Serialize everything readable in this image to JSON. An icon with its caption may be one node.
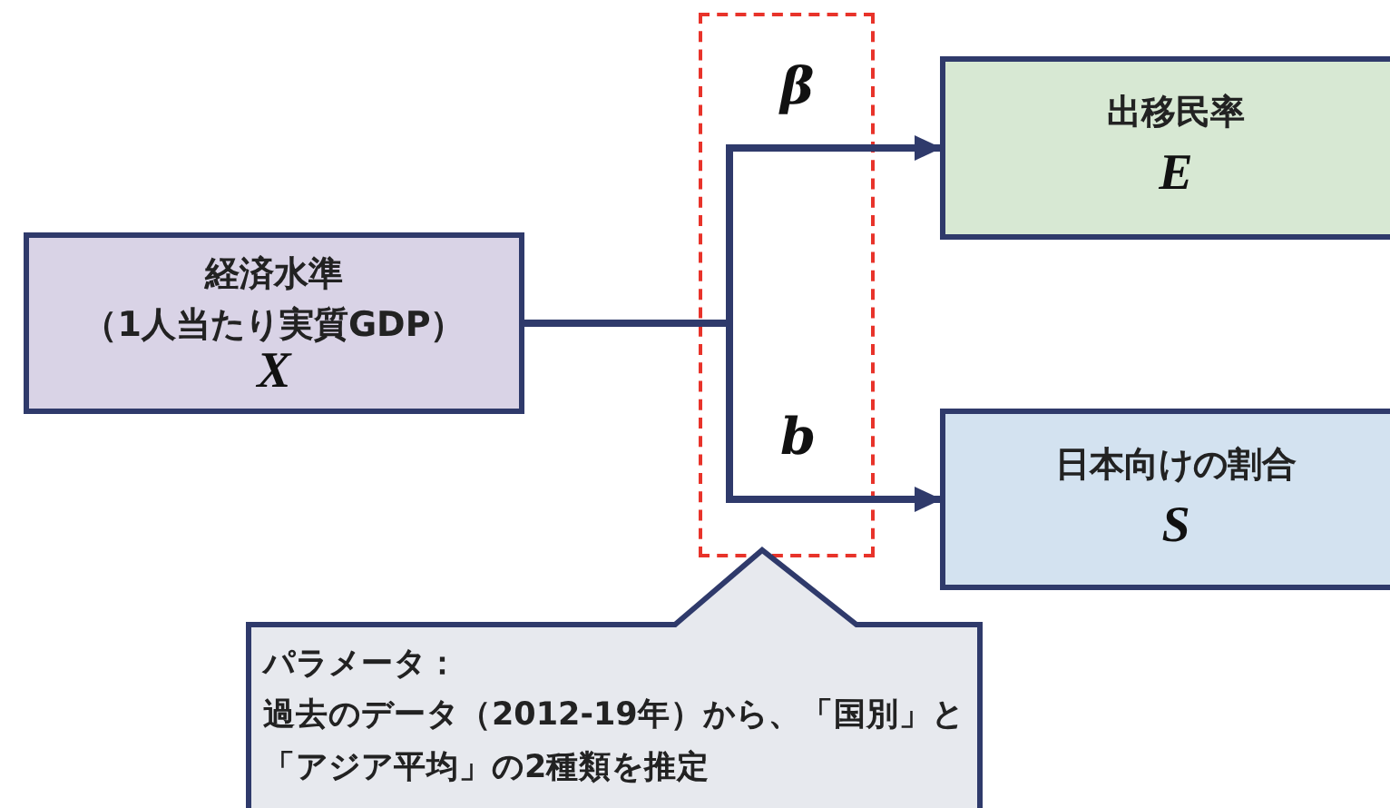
{
  "diagram": {
    "nodes": [
      {
        "text": [
          "経済水準（1人当たり実質GDP）",
          "X"
        ]
      },
      {
        "text": [
          "出移民率",
          "E"
        ]
      },
      {
        "text": [
          "日本向けの割合",
          "S"
        ]
      },
      {
        "text": [
          "パラメータ：",
          "過去のデータ（2012-19年）から、「国別」と「アジア平均」の2種類を推定"
        ]
      }
    ],
    "edges": [
      {
        "from": 0,
        "to": 1,
        "arrow": "to",
        "label": "β"
      },
      {
        "from": 0,
        "to": 2,
        "arrow": "to",
        "label": "b"
      }
    ]
  }
}
